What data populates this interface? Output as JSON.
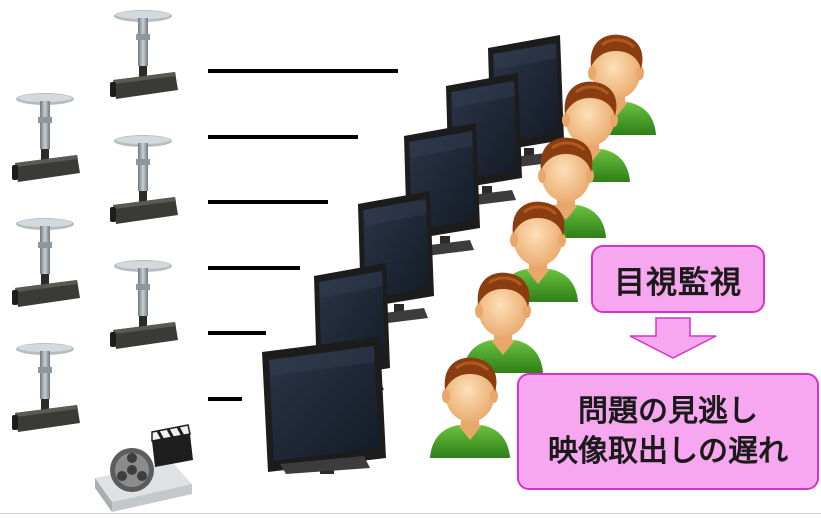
{
  "labels": {
    "visual_monitoring": "目視監視",
    "problems": [
      "問題の見逃し",
      "映像取出しの遅れ"
    ]
  },
  "colors": {
    "camera_body": "#3a3a36",
    "camera_mount": "#9aa3a8",
    "monitor_frame": "#1e1e1e",
    "monitor_screen": "#1f2a3c",
    "person_skin": "#f2c08a",
    "person_hair": "#8a3d10",
    "person_shirt": "#46a629",
    "label_fill": "#f7a7f0",
    "label_border": "#d633c9",
    "arrow_fill": "#f7a7f0"
  },
  "icons": {
    "camera": "cctv-camera-icon",
    "monitor": "monitor-icon",
    "person": "operator-person-icon",
    "recorder": "video-recorder-icon",
    "arrow": "down-arrow-icon"
  }
}
